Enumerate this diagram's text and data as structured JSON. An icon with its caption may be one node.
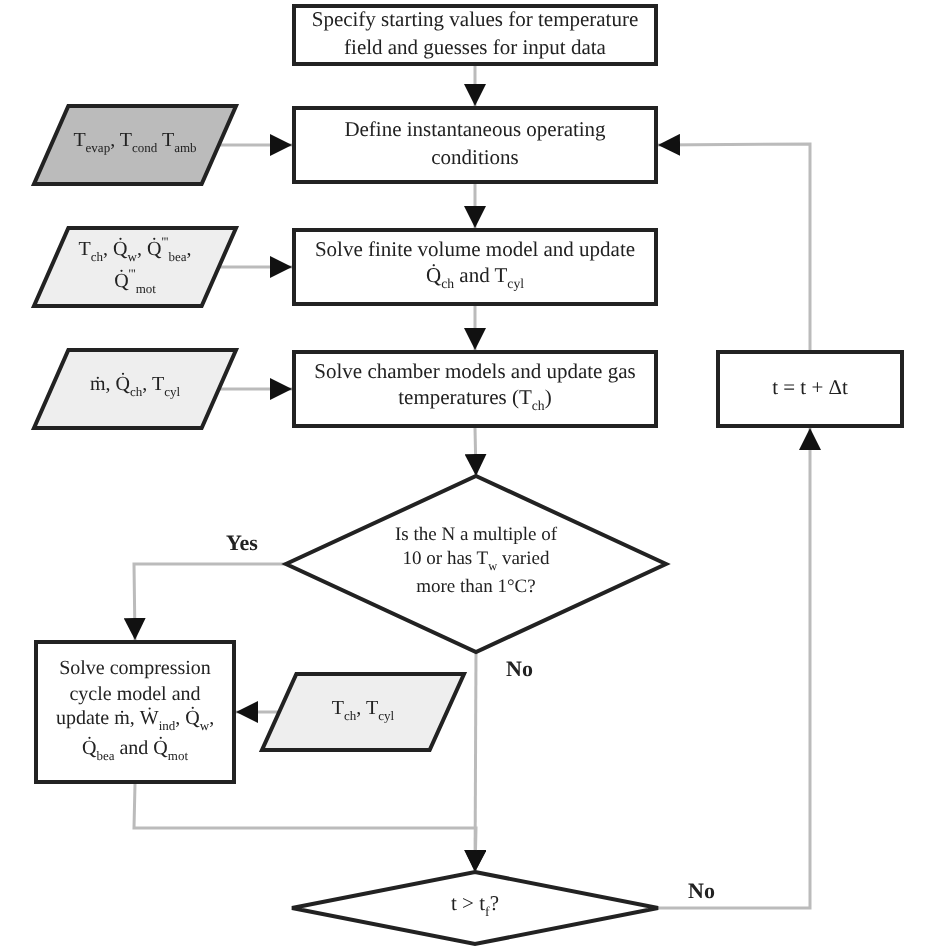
{
  "diagram": {
    "nodes": [
      {
        "text": [
          "Specify starting values for temperature field and guesses for input data"
        ]
      },
      {
        "text": [
          "T$_{evap}$, T$_{cond}$ T$_{amb}$"
        ]
      },
      {
        "text": [
          "Define instantaneous operating conditions"
        ]
      },
      {
        "text": [
          "T$_{ch}$, Q̇$_{w}$, Q̇$^{'''}$$_{bea}$, Q̇$^{'''}$$_{mot}$"
        ]
      },
      {
        "text": [
          "Solve finite volume model and update Q̇$_{ch}$ and T$_{cyl}$"
        ]
      },
      {
        "text": [
          "ṁ, Q̇$_{ch}$, T$_{cyl}$"
        ]
      },
      {
        "text": [
          "Solve chamber models and update gas temperatures (T$_{ch}$)"
        ]
      },
      {
        "text": [
          "t = t + Δt"
        ]
      },
      {
        "text": [
          "Is the N a multiple of 10 or has T$_{w}$ varied more than 1°C?"
        ]
      },
      {
        "text": [
          "Solve compression cycle model and update ṁ, Ẇ$_{ind}$, Q̇$_{w}$, Q̇$_{bea}$ and Q̇$_{mot}$"
        ]
      },
      {
        "text": [
          "T$_{ch}$, T$_{cyl}$"
        ]
      },
      {
        "text": [
          "t > t$_{f}$?"
        ]
      }
    ],
    "edges": [
      {
        "from": 0,
        "to": 2,
        "arrow": "to"
      },
      {
        "from": 1,
        "to": 2,
        "arrow": "to"
      },
      {
        "from": 2,
        "to": 4,
        "arrow": "to"
      },
      {
        "from": 3,
        "to": 4,
        "arrow": "to"
      },
      {
        "from": 4,
        "to": 6,
        "arrow": "to"
      },
      {
        "from": 5,
        "to": 6,
        "arrow": "to"
      },
      {
        "from": 6,
        "to": 8,
        "arrow": "to"
      },
      {
        "from": 8,
        "to": 9,
        "label": "Yes",
        "arrow": "to"
      },
      {
        "from": 8,
        "to": 11,
        "label": "No",
        "arrow": "to"
      },
      {
        "from": 9,
        "to": 11,
        "arrow": "to"
      },
      {
        "from": 10,
        "to": 9,
        "arrow": "to"
      },
      {
        "from": 11,
        "to": 7,
        "label": "No",
        "arrow": "to"
      },
      {
        "from": 7,
        "to": 2,
        "arrow": "to"
      }
    ]
  }
}
